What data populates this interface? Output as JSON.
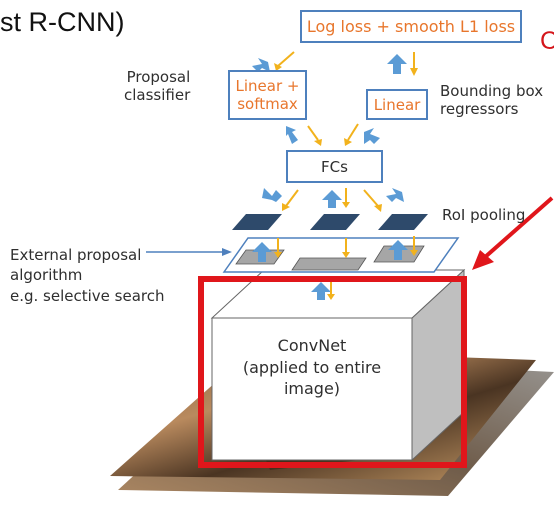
{
  "title": "st R-CNN)",
  "corner_letter": "C",
  "loss_box": "Log loss + smooth L1 loss",
  "classifier_box": "Linear +\nsoftmax",
  "regressor_box": "Linear",
  "fcs_box": "FCs",
  "labels": {
    "proposal_classifier": "Proposal\nclassifier",
    "bbox_regressors": "Bounding box\nregressors",
    "roi_pooling": "RoI pooling",
    "external_proposal": "External proposal\nalgorithm\ne.g. selective search"
  },
  "convnet_text": "ConvNet\n(applied to entire\nimage)",
  "colors": {
    "box_border": "#4e80bd",
    "orange_text": "#e8762c",
    "up_arrow": "#5b9bd5",
    "down_arrow": "#f2b21c",
    "highlight": "#e0161b",
    "roi_square": "#2e4a6b"
  }
}
